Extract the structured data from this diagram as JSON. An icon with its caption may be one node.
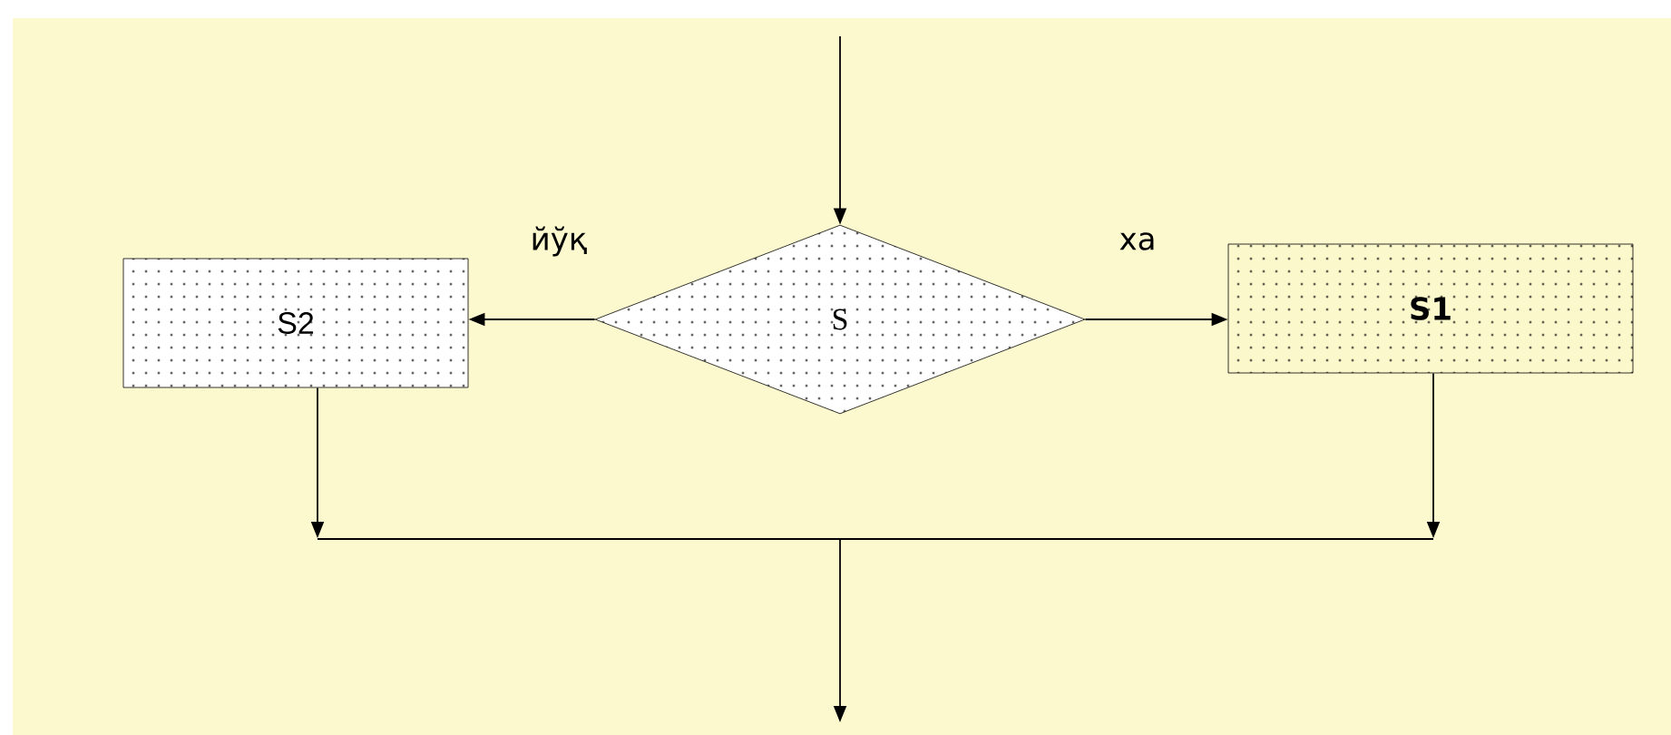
{
  "diagram": {
    "nodes": [
      {
        "text": [
          "S"
        ]
      },
      {
        "text": [
          "S2"
        ]
      },
      {
        "text": [
          "S1"
        ]
      },
      {
        "text": [],
        "shape": "bar"
      }
    ],
    "edges": [
      {
        "from": null,
        "to": 0,
        "arrow": "to"
      },
      {
        "from": 0,
        "to": 1,
        "arrow": "to",
        "label": "йўқ"
      },
      {
        "from": 0,
        "to": 2,
        "arrow": "to",
        "label": "ха"
      },
      {
        "from": 1,
        "to": 3,
        "arrow": "to"
      },
      {
        "from": 2,
        "to": 3,
        "arrow": "to"
      },
      {
        "from": 3,
        "to": null,
        "arrow": "to"
      }
    ]
  }
}
